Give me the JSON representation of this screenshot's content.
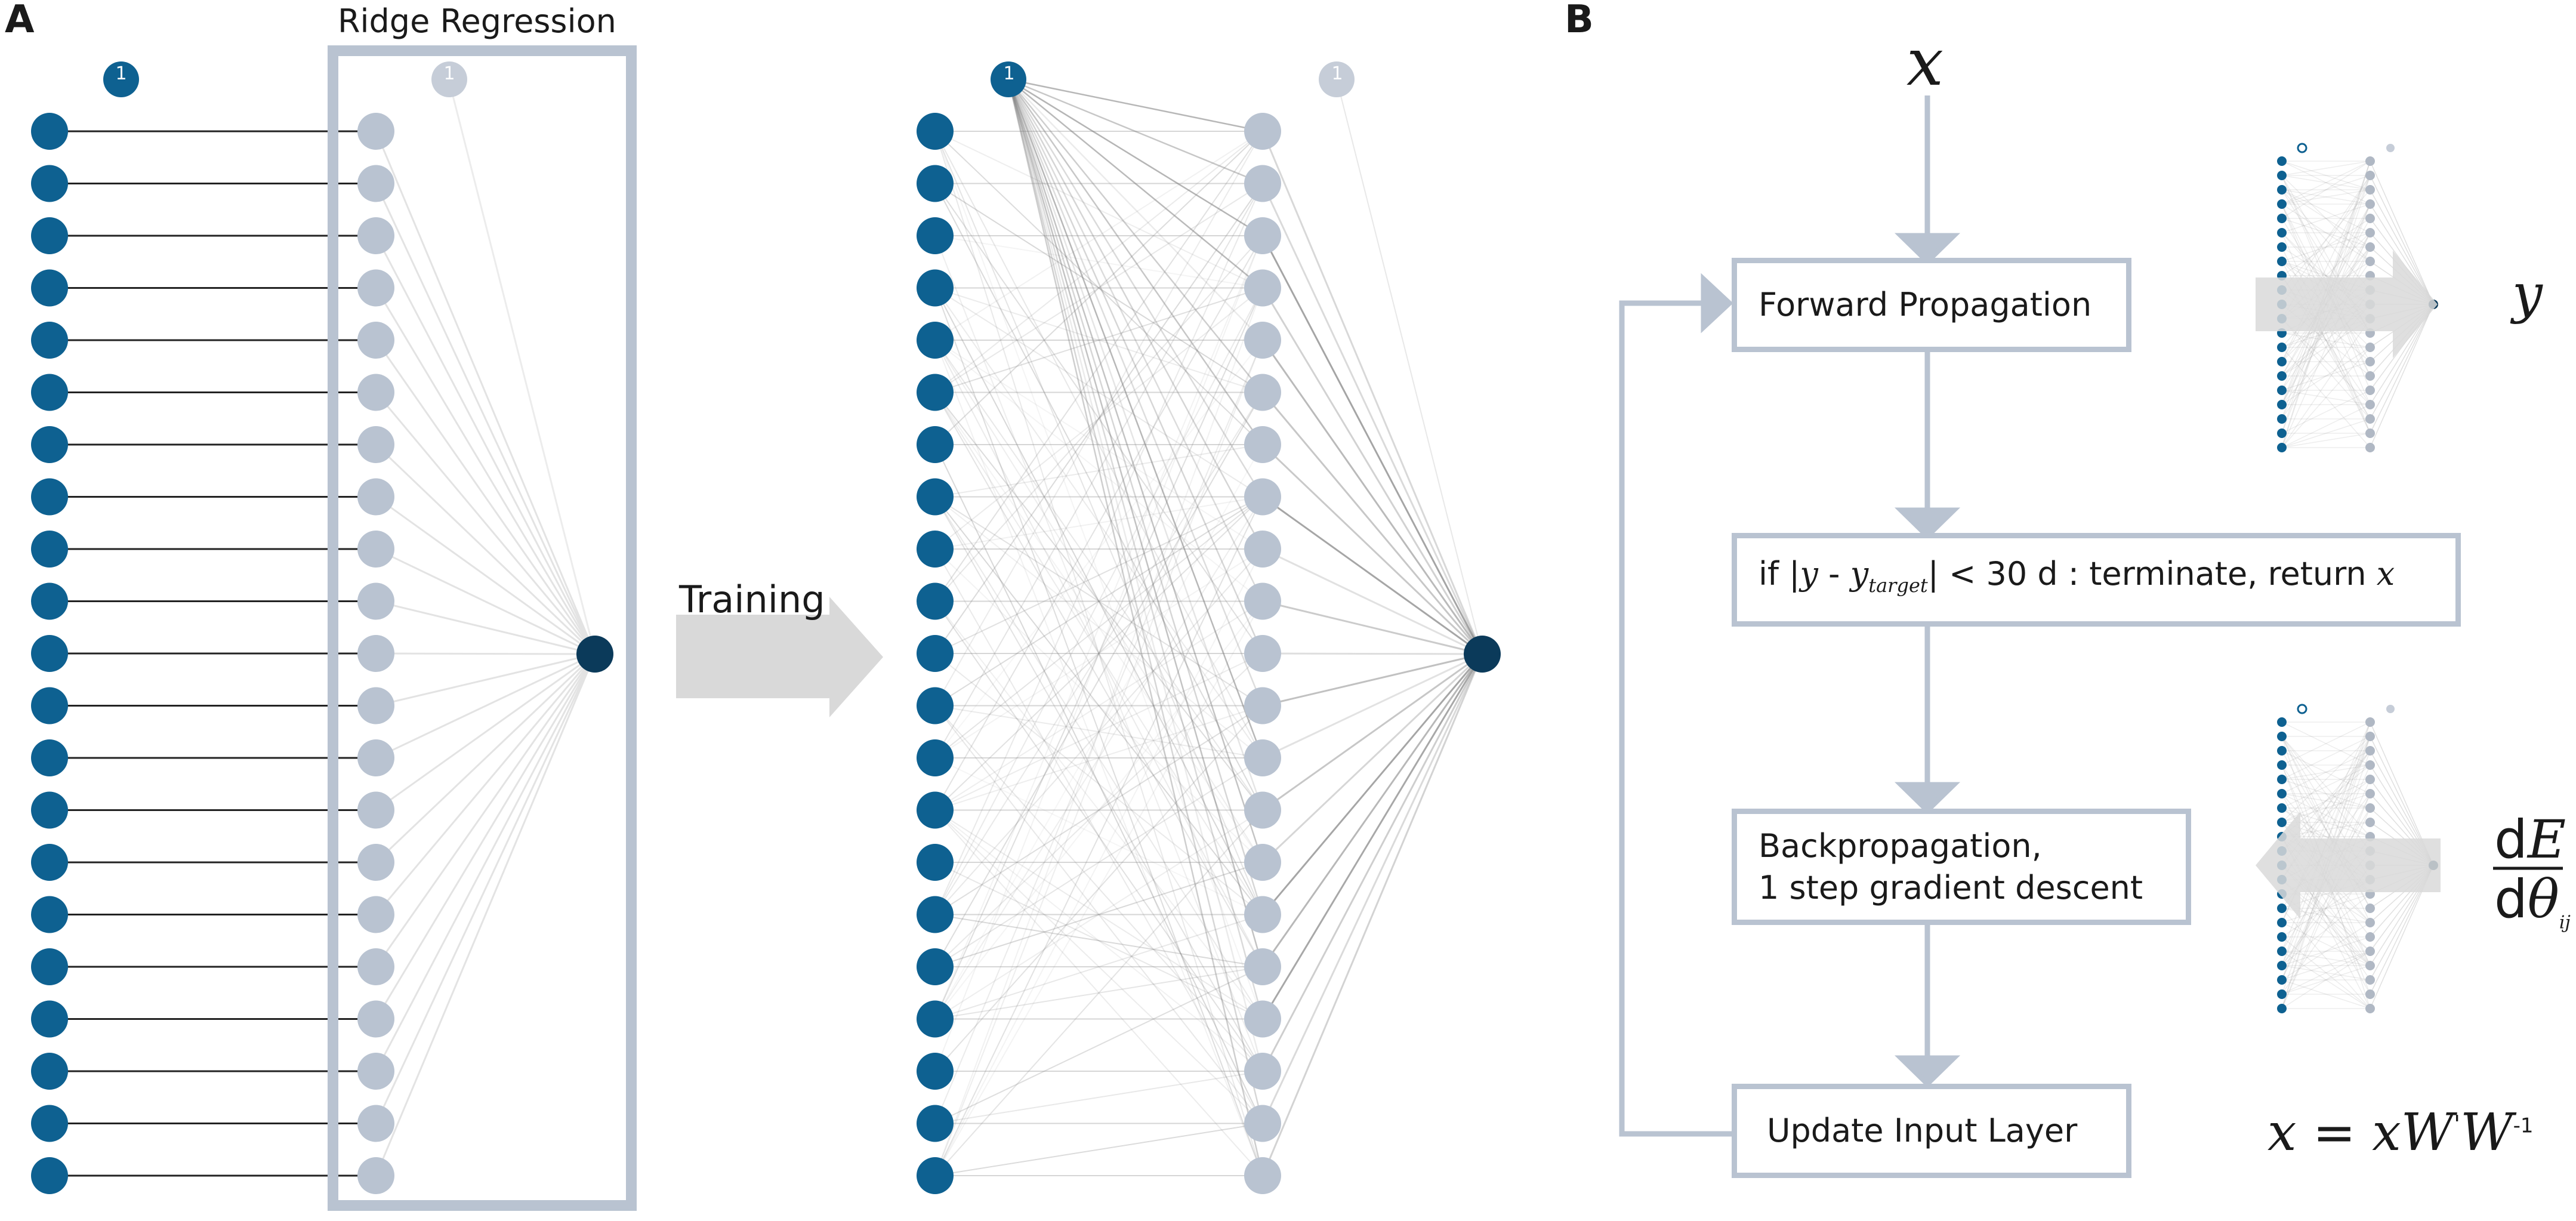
{
  "panel_a": {
    "label": "A",
    "ridge_title": "Ridge Regression",
    "bias_label": "1",
    "training_label": "Training",
    "colors": {
      "input": "#0e6191",
      "hidden": "#b9c3d1",
      "output": "#0b3a5a",
      "box": "#b9c3d1",
      "arrow": "#d9d9d9"
    }
  },
  "panel_b": {
    "label": "B",
    "input_symbol": "x",
    "output_symbol": "y",
    "boxes": {
      "forward": "Forward Propagation",
      "condition_prefix": "if |",
      "condition_y": "y",
      "condition_minus": " - ",
      "condition_ytarget": "y",
      "condition_target_sub": "target",
      "condition_suffix": "| < 30 d : terminate, return ",
      "condition_x": "x",
      "backprop_line1": "Backpropagation,",
      "backprop_line2": "1 step gradient descent",
      "update": "Update Input Layer"
    },
    "gradient": {
      "numerator_d": "d",
      "numerator_var": "E",
      "denominator_d": "d",
      "denominator_var": "θ",
      "denominator_sub": "ij"
    },
    "update_eq": {
      "lhs": "x",
      "equals": "=",
      "rhs": "xW",
      "prime": "'",
      "rhs2": "W",
      "exp": "-1"
    },
    "colors": {
      "flow": "#b9c3d1",
      "arrow": "#d9d9d9"
    }
  }
}
